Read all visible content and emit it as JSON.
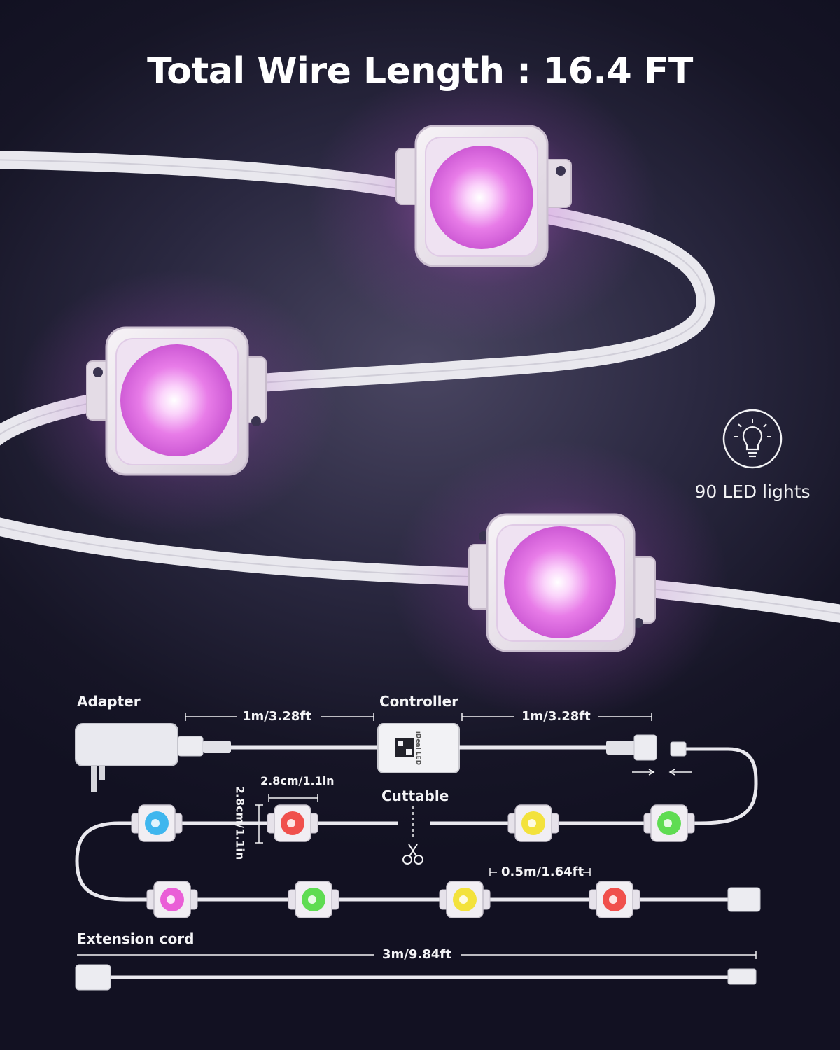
{
  "title": "Total Wire Length : 16.4 FT",
  "feature": {
    "icon": "light-bulb-icon",
    "label": "90 LED lights"
  },
  "diagram": {
    "adapter_label": "Adapter",
    "controller_label": "Controller",
    "controller_brand": "iDeal LED",
    "adapter_to_controller": "1m/3.28ft",
    "controller_to_connector": "1m/3.28ft",
    "module_size_width": "2.8cm/1.1in",
    "module_size_height": "2.8cm/1.1in",
    "cuttable_label": "Cuttable",
    "module_spacing": "0.5m/1.64ft",
    "extension_label": "Extension cord",
    "extension_length": "3m/9.84ft"
  },
  "colors": {
    "glow": "#e46cf0",
    "blue": "#3fb6ee",
    "red": "#f0504c",
    "yellow": "#f3e23c",
    "green": "#5fdc52",
    "pink": "#ea5fd7"
  }
}
